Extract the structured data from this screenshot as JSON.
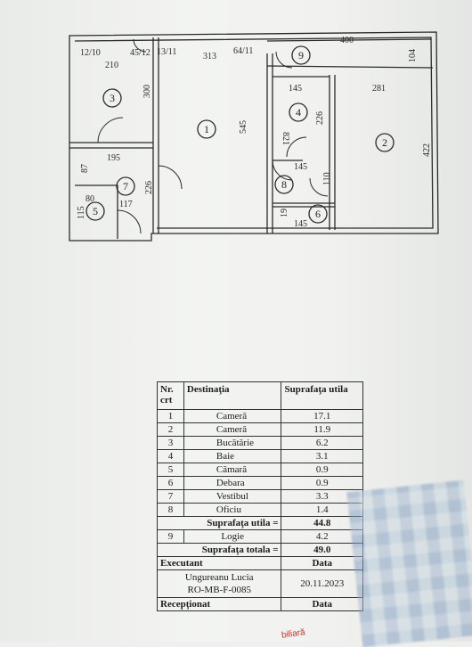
{
  "plan": {
    "dims": [
      "12/10",
      "210",
      "45/12",
      "13/11",
      "313",
      "64/11",
      "400",
      "104",
      "300",
      "545",
      "145",
      "281",
      "226",
      "422",
      "821",
      "195",
      "145",
      "87",
      "110",
      "226",
      "80",
      "117",
      "115",
      "19",
      "145"
    ],
    "rooms": [
      "1",
      "2",
      "3",
      "4",
      "5",
      "6",
      "7",
      "8",
      "9"
    ]
  },
  "table": {
    "headers": {
      "nr": "Nr. crt",
      "dest": "Destinaţia",
      "supr": "Suprafaţa utila"
    },
    "rows": [
      {
        "nr": "1",
        "dest": "Cameră",
        "supr": "17.1"
      },
      {
        "nr": "2",
        "dest": "Cameră",
        "supr": "11.9"
      },
      {
        "nr": "3",
        "dest": "Bucătărie",
        "supr": "6.2"
      },
      {
        "nr": "4",
        "dest": "Baie",
        "supr": "3.1"
      },
      {
        "nr": "5",
        "dest": "Cămară",
        "supr": "0.9"
      },
      {
        "nr": "6",
        "dest": "Debara",
        "supr": "0.9"
      },
      {
        "nr": "7",
        "dest": "Vestibul",
        "supr": "3.3"
      },
      {
        "nr": "8",
        "dest": "Oficiu",
        "supr": "1.4"
      }
    ],
    "useful_label": "Suprafaţa utila   =",
    "useful_value": "44.8",
    "logie_nr": "9",
    "logie_label": "Logie",
    "logie_value": "4.2",
    "total_label": "Suprafaţa totala  =",
    "total_value": "49.0",
    "executant_label": "Executant",
    "data_label": "Data",
    "executant_name": "Ungureanu Lucia",
    "executant_code": "RO-MB-F-0085",
    "executant_date": "20.11.2023",
    "receptionat_label": "Recepţionat",
    "data_label2": "Data"
  },
  "stamp_text": "biliară"
}
